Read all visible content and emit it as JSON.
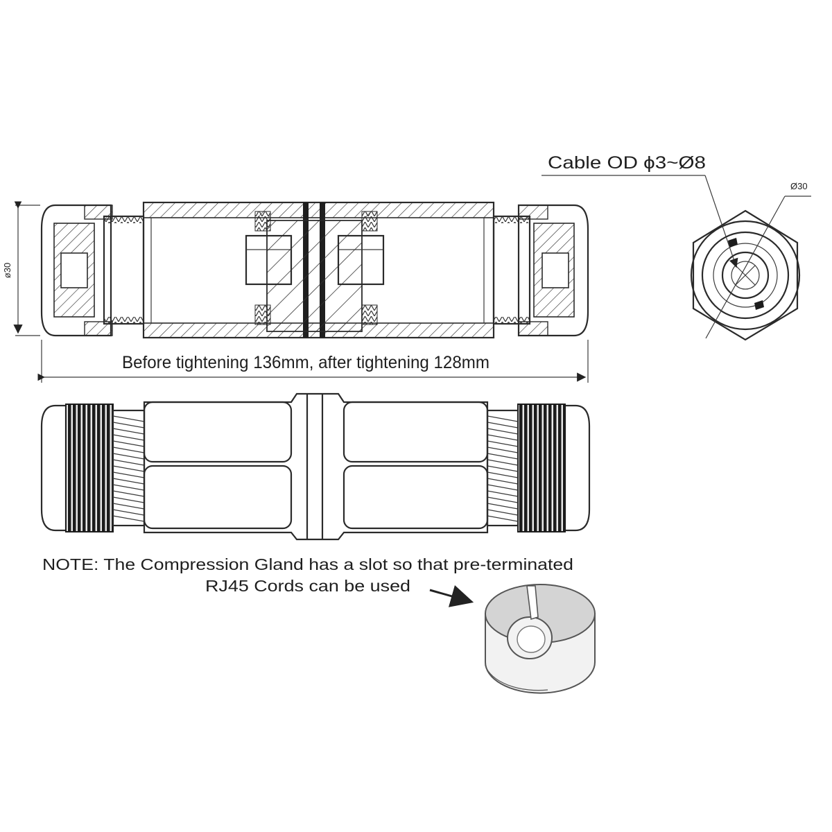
{
  "labels": {
    "cable_od": "Cable OD ϕ3~Ø8",
    "end_diameter": "Ø30",
    "side_diameter": "ø30",
    "length_note": "Before tightening 136mm, after tightening 128mm",
    "note_line1": "NOTE: The Compression Gland has a slot so that pre-terminated",
    "note_line2": "RJ45 Cords can be used"
  },
  "colors": {
    "line": "#2a2a2a",
    "grip": "#1c1c1c",
    "gland_face": "#d4d4d4",
    "gland_side": "#f2f2f2"
  }
}
